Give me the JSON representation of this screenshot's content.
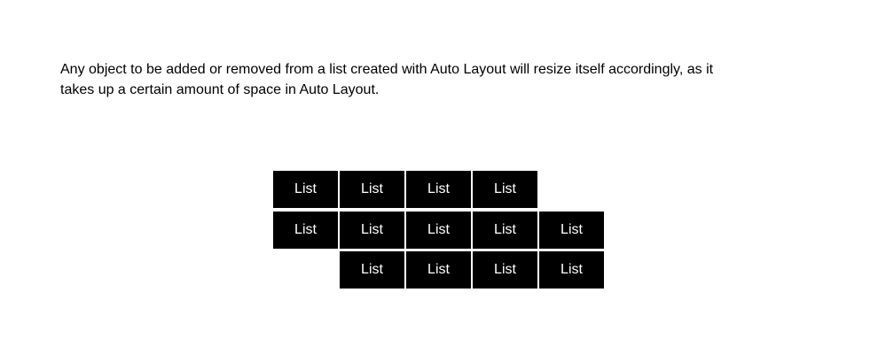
{
  "paragraph": {
    "lines": [
      "Any object to be added or removed from a list created with Auto Layout will resize itself accordingly, as it",
      "takes up a certain amount of space in Auto Layout."
    ]
  },
  "grid": {
    "rows": [
      {
        "cells": [
          "List",
          "List",
          "List",
          "List"
        ]
      },
      {
        "cells": [
          "List",
          "List",
          "List",
          "List",
          "List"
        ]
      },
      {
        "cells": [
          "List",
          "List",
          "List",
          "List"
        ]
      }
    ]
  },
  "colors": {
    "page_bg": "#ffffff",
    "text": "#000000",
    "box_bg": "#000000",
    "box_text": "#ffffff"
  }
}
